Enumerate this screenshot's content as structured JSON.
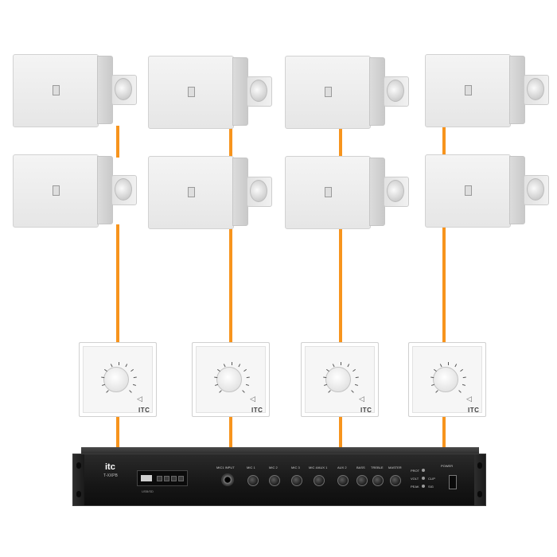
{
  "speakers": [
    {
      "id": "speaker-1"
    },
    {
      "id": "speaker-2"
    },
    {
      "id": "speaker-3"
    },
    {
      "id": "speaker-4"
    },
    {
      "id": "speaker-5"
    },
    {
      "id": "speaker-6"
    },
    {
      "id": "speaker-7"
    },
    {
      "id": "speaker-8"
    }
  ],
  "controllers": [
    {
      "logo": "ITC"
    },
    {
      "logo": "ITC"
    },
    {
      "logo": "ITC"
    },
    {
      "logo": "ITC"
    }
  ],
  "amplifier": {
    "brand": "itc",
    "model": "T-XXPB",
    "usb_label": "USB/SD",
    "input_label": "MIC1 INPUT",
    "channels": [
      "MIC 1",
      "MIC 2",
      "MIC 3",
      "MIC 4/AUX 1",
      "AUX 2",
      "BASS",
      "TREBLE",
      "MASTER"
    ],
    "status_labels": [
      "PROT",
      "VOLT",
      "PEAK",
      "CLIP",
      "SIG"
    ],
    "power_label": "POWER"
  },
  "colors": {
    "cable": "#f7941d",
    "speaker_body": "#eeeeee",
    "amplifier_body": "#161616"
  }
}
